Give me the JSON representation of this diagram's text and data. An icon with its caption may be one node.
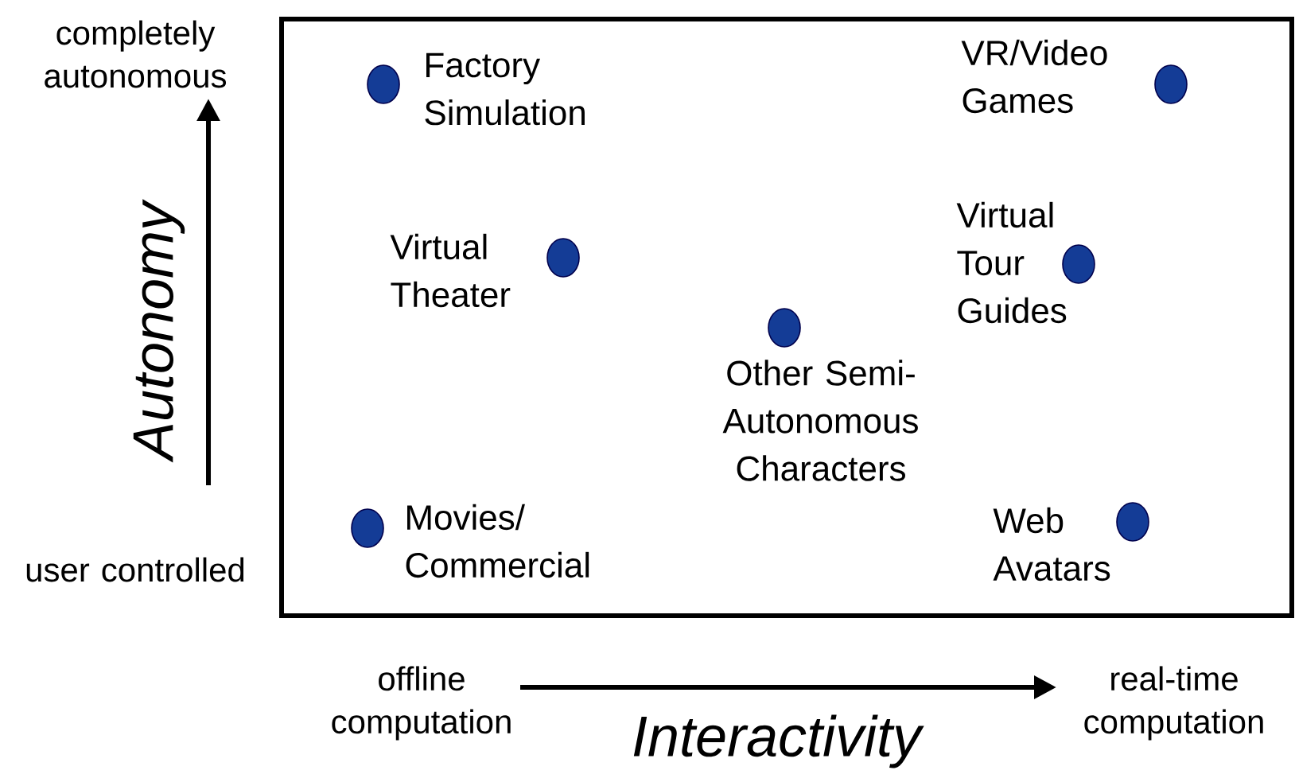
{
  "diagram": {
    "nodes": [
      {
        "text": [],
        "shape": "circle",
        "beside": [
          "Factory Simulation"
        ]
      },
      {
        "text": [],
        "shape": "circle",
        "beside": [
          "VR/Video Games"
        ]
      },
      {
        "text": [],
        "shape": "circle",
        "beside": [
          "Virtual Theater"
        ]
      },
      {
        "text": [],
        "shape": "circle",
        "beside": [
          "Virtual Tour Guides"
        ]
      },
      {
        "text": [],
        "shape": "circle",
        "beside": [
          "Other Semi-Autonomous Characters"
        ]
      },
      {
        "text": [],
        "shape": "circle",
        "beside": [
          "Movies/ Commercial"
        ]
      },
      {
        "text": [],
        "shape": "circle",
        "beside": [
          "Web Avatars"
        ]
      }
    ],
    "labels": [
      "completely autonomous",
      "Autonomy",
      "user controlled",
      "offline computation",
      "Interactivity",
      "real-time computation"
    ]
  }
}
